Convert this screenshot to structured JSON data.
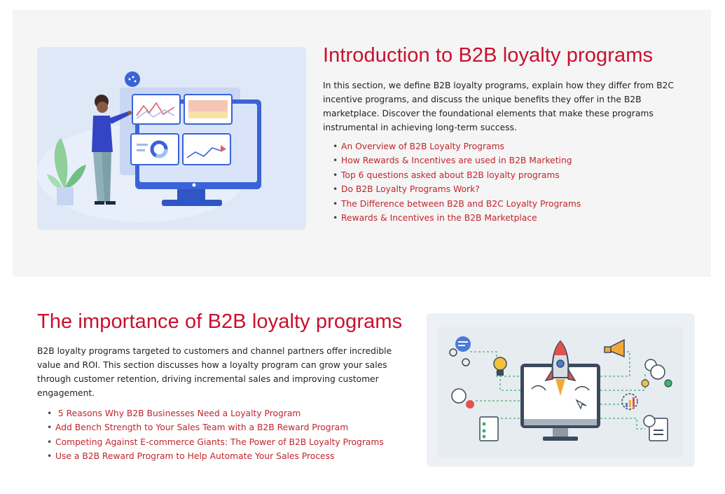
{
  "intro": {
    "title": "Introduction to B2B loyalty programs",
    "paragraph": "In this section, we define B2B loyalty programs, explain how they differ from B2C incentive programs, and discuss the unique benefits they offer in the B2B marketplace. Discover the foundational elements that make these programs instrumental in achieving long-term success.",
    "links": [
      "An Overview of B2B Loyalty Programs",
      "How Rewards & Incentives are used in B2B Marketing",
      "Top 6 questions asked about B2B loyalty programs",
      "Do B2B Loyalty Programs Work?",
      "The Difference between B2B and B2C Loyalty Programs",
      "Rewards & Incentives in the B2B Marketplace"
    ]
  },
  "importance": {
    "title": "The importance of B2B loyalty programs",
    "paragraph": "B2B loyalty programs targeted to customers and channel partners offer incredible value and ROI. This section discusses how a loyalty program can grow your sales through customer retention, driving incremental sales and improving customer engagement.",
    "links": [
      " 5 Reasons Why B2B Businesses Need a Loyalty Program",
      "Add Bench Strength to Your Sales Team with a B2B Reward Program",
      "Competing Against E-commerce Giants: The Power of B2B Loyalty Programs",
      "Use a B2B Reward Program to Help Automate Your Sales Process"
    ]
  },
  "colors": {
    "heading": "#c8102e",
    "link": "#c0262d",
    "section_bg": "#f5f5f5"
  }
}
